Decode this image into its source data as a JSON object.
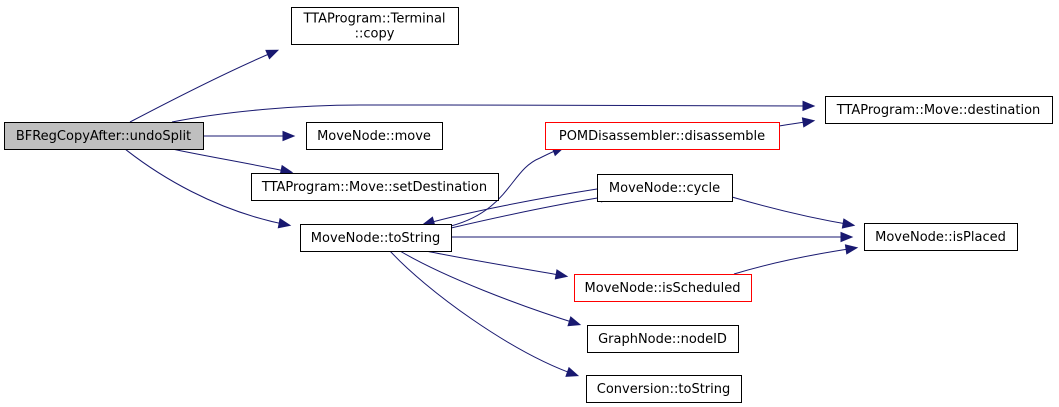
{
  "colors": {
    "edge": "#191970",
    "node_border": "#000000",
    "node_border_truncated": "#ff0000",
    "node_fill": "#ffffff",
    "node_fill_root": "#bfbfbf",
    "text": "#000000"
  },
  "nodes": [
    {
      "id": "undosplit",
      "label": [
        "BFRegCopyAfter::undoSplit"
      ],
      "style": "root"
    },
    {
      "id": "terminal-copy",
      "label": [
        "TTAProgram::Terminal",
        "::copy"
      ],
      "style": "normal"
    },
    {
      "id": "move-destination",
      "label": [
        "TTAProgram::Move::destination"
      ],
      "style": "normal"
    },
    {
      "id": "movenode-move",
      "label": [
        "MoveNode::move"
      ],
      "style": "normal"
    },
    {
      "id": "pom-disassemble",
      "label": [
        "POMDisassembler::disassemble"
      ],
      "style": "truncated"
    },
    {
      "id": "move-setdestination",
      "label": [
        "TTAProgram::Move::setDestination"
      ],
      "style": "normal"
    },
    {
      "id": "movenode-cycle",
      "label": [
        "MoveNode::cycle"
      ],
      "style": "normal"
    },
    {
      "id": "movenode-tostring",
      "label": [
        "MoveNode::toString"
      ],
      "style": "normal"
    },
    {
      "id": "movenode-isplaced",
      "label": [
        "MoveNode::isPlaced"
      ],
      "style": "normal"
    },
    {
      "id": "movenode-isscheduled",
      "label": [
        "MoveNode::isScheduled"
      ],
      "style": "truncated"
    },
    {
      "id": "graphnode-nodeid",
      "label": [
        "GraphNode::nodeID"
      ],
      "style": "normal"
    },
    {
      "id": "conversion-tostring",
      "label": [
        "Conversion::toString"
      ],
      "style": "normal"
    }
  ],
  "edges": [
    {
      "from": "undosplit",
      "to": "terminal-copy"
    },
    {
      "from": "undosplit",
      "to": "move-destination"
    },
    {
      "from": "undosplit",
      "to": "movenode-move"
    },
    {
      "from": "undosplit",
      "to": "move-setdestination"
    },
    {
      "from": "undosplit",
      "to": "movenode-tostring"
    },
    {
      "from": "pom-disassemble",
      "to": "move-destination"
    },
    {
      "from": "movenode-cycle",
      "to": "movenode-isplaced"
    },
    {
      "from": "movenode-cycle",
      "to": "movenode-tostring"
    },
    {
      "from": "movenode-tostring",
      "to": "pom-disassemble"
    },
    {
      "from": "movenode-tostring",
      "to": "movenode-cycle"
    },
    {
      "from": "movenode-tostring",
      "to": "movenode-isplaced"
    },
    {
      "from": "movenode-tostring",
      "to": "movenode-isscheduled"
    },
    {
      "from": "movenode-tostring",
      "to": "graphnode-nodeid"
    },
    {
      "from": "movenode-tostring",
      "to": "conversion-tostring"
    },
    {
      "from": "movenode-isscheduled",
      "to": "movenode-isplaced"
    }
  ]
}
